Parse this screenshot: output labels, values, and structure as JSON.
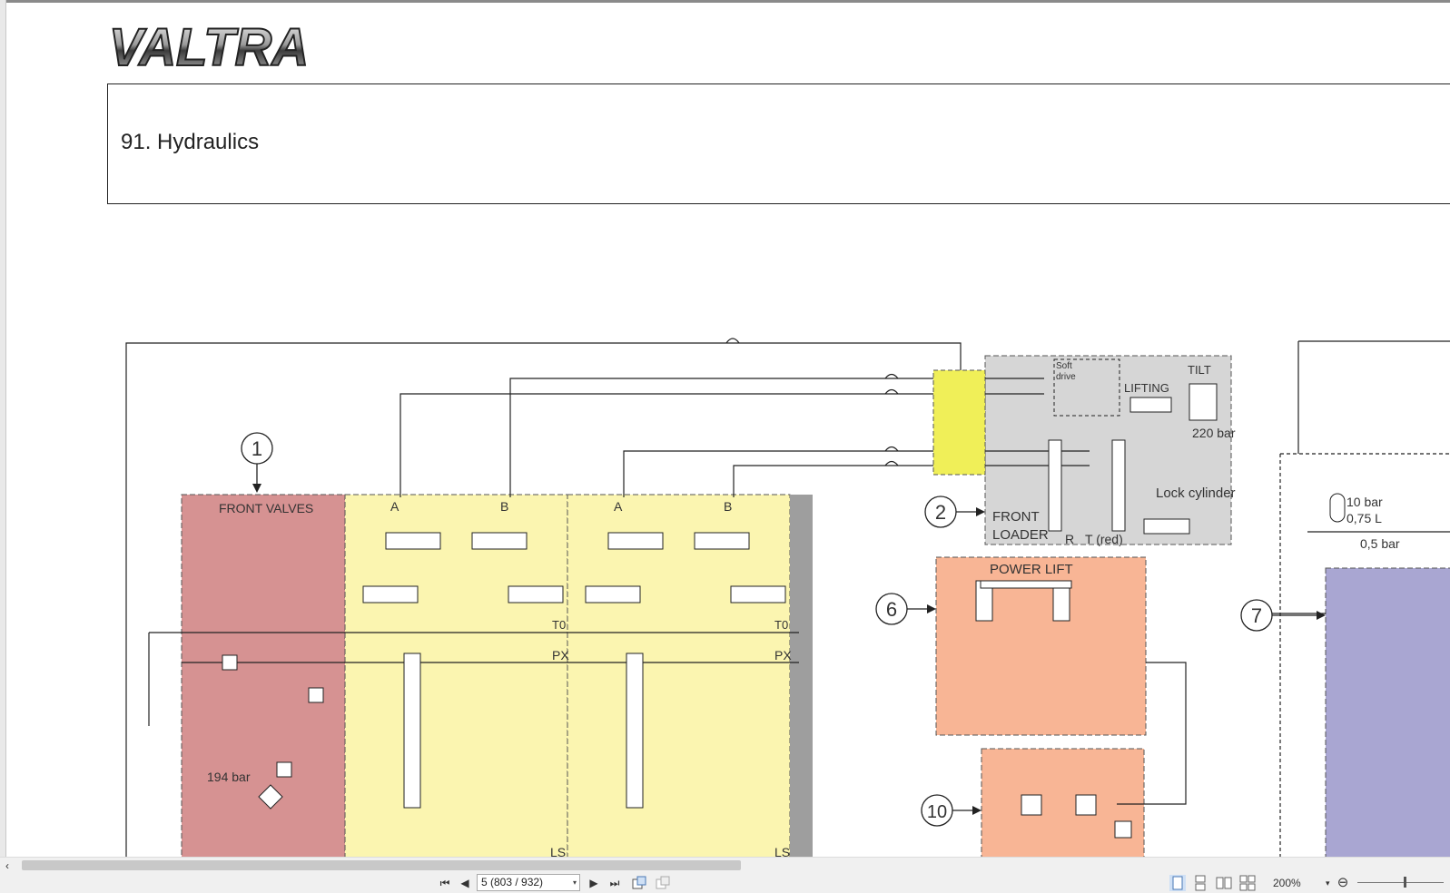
{
  "brand": {
    "logo_text": "VALTRA"
  },
  "document": {
    "title": "91. Hydraulics"
  },
  "schematic": {
    "labels": {
      "front_valves": "FRONT VALVES",
      "front_loader": "FRONT",
      "front_loader_2": "LOADER",
      "power_lift": "POWER LIFT",
      "soft_drive": "Soft",
      "soft_drive_2": "drive",
      "lifting": "LIFTING",
      "tilt": "TILT",
      "bar_220": "220 bar",
      "lock_cylinder": "Lock cylinder",
      "r": "R",
      "t_red": "T (red)",
      "bar_10": "10 bar",
      "liters": "0,75 L",
      "bar_05": "0,5 bar",
      "bar_194": "194 bar",
      "a1": "A",
      "b1": "B",
      "a2": "A",
      "b2": "B",
      "t0_1": "T0",
      "t0_2": "T0",
      "px_1": "PX",
      "px_2": "PX",
      "ls_1": "LS",
      "ls_2": "LS"
    },
    "callouts": [
      "1",
      "2",
      "6",
      "7",
      "10"
    ],
    "colors": {
      "front_valves": "#d69292",
      "valve_section": "#fbf5b0",
      "front_loader": "#d6d6d6",
      "connector": "#f0ef58",
      "power_lift": "#f8b595",
      "section_10": "#f8b595",
      "section_7": "#a9a6d2",
      "line": "#222222"
    }
  },
  "scrollbar": {
    "left_arrow": "‹"
  },
  "toolbar": {
    "first_page": "⏮",
    "prev_page": "◀",
    "page_indicator": "5 (803 / 932)",
    "page_dropdown": "▾",
    "next_page": "▶",
    "last_page": "⏭",
    "zoom": "200%",
    "zoom_dropdown": "▾",
    "zoom_out": "⊖"
  }
}
